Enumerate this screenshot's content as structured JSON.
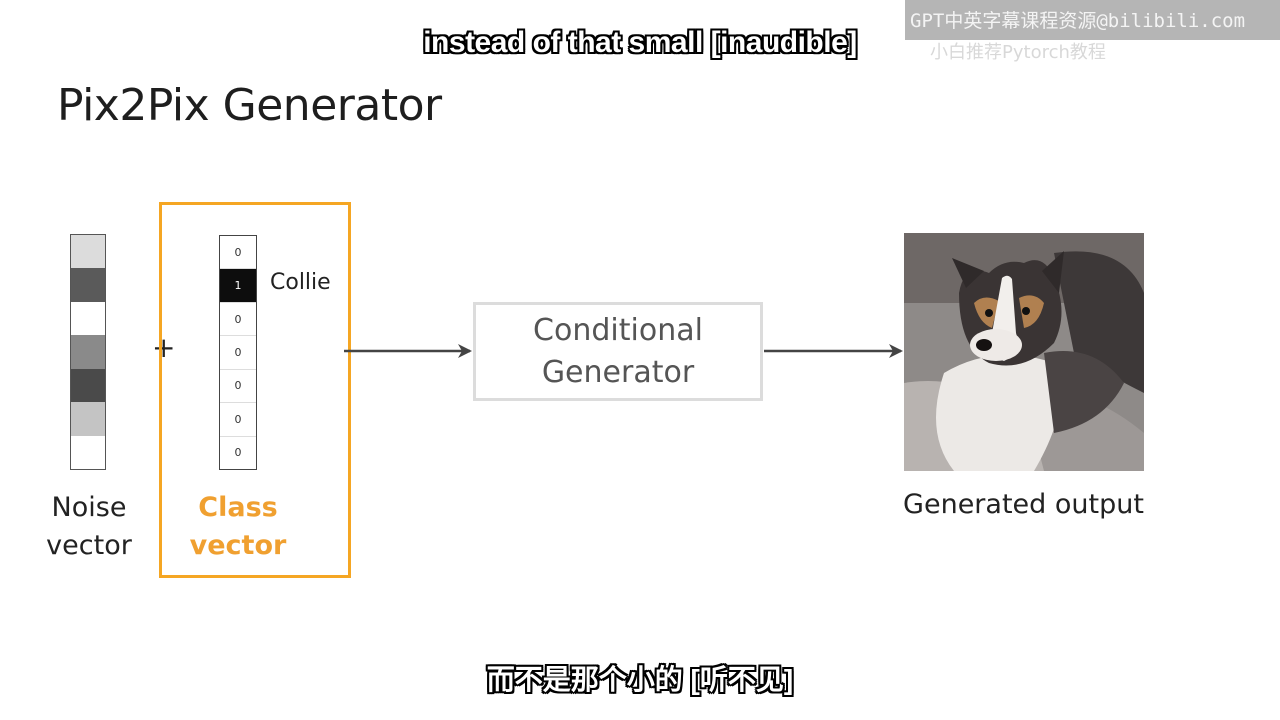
{
  "subtitles": {
    "english": "instead of that small [inaudible]",
    "chinese": "而不是那个小的 [听不见]"
  },
  "watermark": {
    "line1": "GPT中英字幕课程资源@bilibili.com",
    "line2": "小白推荐Pytorch教程"
  },
  "slide": {
    "title": "Pix2Pix Generator",
    "noise_vector": {
      "label": "Noise\nvector",
      "cells": [
        "#dcdcdc",
        "#5a5a5a",
        "#ffffff",
        "#8a8a8a",
        "#4a4a4a",
        "#c4c4c4",
        "#ffffff"
      ]
    },
    "class_vector": {
      "label": "Class\nvector",
      "highlight_color": "#f5a623",
      "cells": [
        {
          "value": "0",
          "active": false
        },
        {
          "value": "1",
          "active": true
        },
        {
          "value": "0",
          "active": false
        },
        {
          "value": "0",
          "active": false
        },
        {
          "value": "0",
          "active": false
        },
        {
          "value": "0",
          "active": false
        },
        {
          "value": "0",
          "active": false
        }
      ],
      "active_class_label": "Collie"
    },
    "plus_symbol": "+",
    "generator": {
      "label": "Conditional\nGenerator"
    },
    "output": {
      "label": "Generated output",
      "image_subject": "collie-dog"
    }
  }
}
